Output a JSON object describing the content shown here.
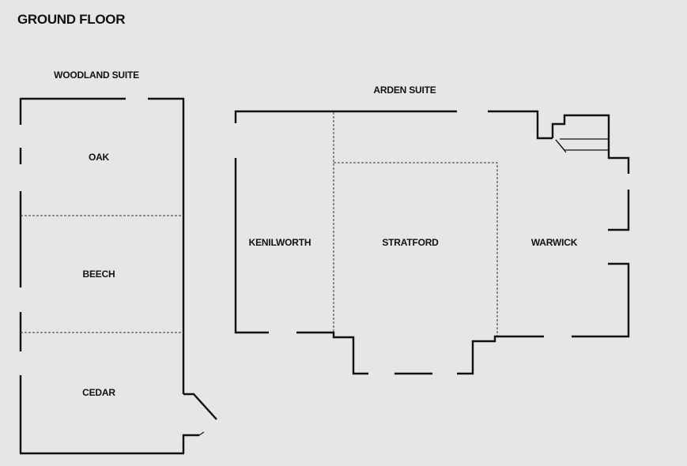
{
  "floor_title": "GROUND FLOOR",
  "woodland_suite": {
    "label": "WOODLAND SUITE",
    "rooms": [
      "OAK",
      "BEECH",
      "CEDAR"
    ]
  },
  "arden_suite": {
    "label": "ARDEN SUITE",
    "rooms": [
      "KENILWORTH",
      "STRATFORD",
      "WARWICK"
    ]
  }
}
